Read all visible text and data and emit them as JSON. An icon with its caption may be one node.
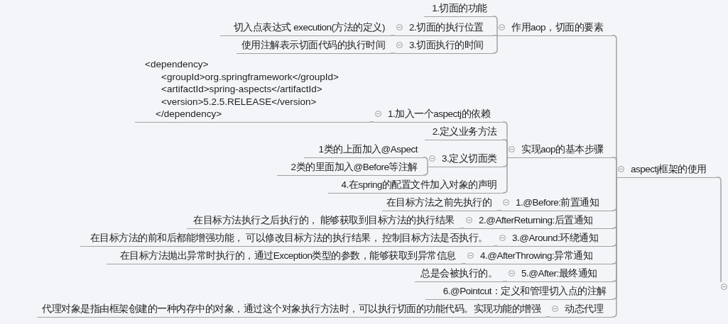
{
  "diagram": {
    "nodes": [
      {
        "text": [
          "aspectj框架的使用"
        ]
      },
      {
        "text": [
          "作用aop，切面的要素"
        ]
      },
      {
        "text": [
          "1.切面的功能"
        ]
      },
      {
        "text": [
          "2.切面的执行位置"
        ]
      },
      {
        "text": [
          "切入点表达式 execution(方法的定义)"
        ]
      },
      {
        "text": [
          "3.切面执行的时间"
        ]
      },
      {
        "text": [
          "使用注解表示切面代码的执行时间"
        ]
      },
      {
        "text": [
          "实现aop的基本步骤"
        ]
      },
      {
        "text": [
          "1.加入一个aspectj的依赖"
        ]
      },
      {
        "text": [
          "<dependency> <groupId>org.springframework</groupId> <artifactId>spring-aspects</artifactId> <version>5.2.5.RELEASE</version> </dependency>"
        ]
      },
      {
        "text": [
          "2.定义业务方法"
        ]
      },
      {
        "text": [
          "3.定义切面类"
        ]
      },
      {
        "text": [
          "1类的上面加入@Aspect"
        ]
      },
      {
        "text": [
          "2类的里面加入@Before等注解"
        ]
      },
      {
        "text": [
          "4.在spring的配置文件加入对象的声明"
        ]
      },
      {
        "text": [
          "1.@Before:前置通知"
        ]
      },
      {
        "text": [
          "在目标方法之前先执行的"
        ]
      },
      {
        "text": [
          "2.@AfterReturning:后置通知"
        ]
      },
      {
        "text": [
          "在目标方法执行之后执行的， 能够获取到目标方法的执行结果"
        ]
      },
      {
        "text": [
          "3.@Around:环绕通知"
        ]
      },
      {
        "text": [
          "在目标方法的前和后都能增强功能， 可以修改目标方法的执行结果， 控制目标方法是否执行。"
        ]
      },
      {
        "text": [
          "4.@AfterThrowing:异常通知"
        ]
      },
      {
        "text": [
          "在目标方法抛出异常时执行的，通过Exception类型的参数，能够获取到异常信息"
        ]
      },
      {
        "text": [
          "5.@After:最终通知"
        ]
      },
      {
        "text": [
          "总是会被执行的。"
        ]
      },
      {
        "text": [
          "6.@Pointcut：定义和管理切入点的注解"
        ]
      },
      {
        "text": [
          "动态代理"
        ]
      },
      {
        "text": [
          "代理对象是指由框架创建的一种内存中的对象，通过这个对象执行方法时，可以执行切面的功能代码。实现功能的增强"
        ]
      }
    ],
    "edges": [
      {
        "from": 0,
        "to": 1,
        "arrow": "none"
      },
      {
        "from": 1,
        "to": 2,
        "arrow": "none"
      },
      {
        "from": 1,
        "to": 3,
        "arrow": "none"
      },
      {
        "from": 3,
        "to": 4,
        "arrow": "none"
      },
      {
        "from": 1,
        "to": 5,
        "arrow": "none"
      },
      {
        "from": 5,
        "to": 6,
        "arrow": "none"
      },
      {
        "from": 0,
        "to": 7,
        "arrow": "none"
      },
      {
        "from": 7,
        "to": 8,
        "arrow": "none"
      },
      {
        "from": 8,
        "to": 9,
        "arrow": "none"
      },
      {
        "from": 7,
        "to": 10,
        "arrow": "none"
      },
      {
        "from": 7,
        "to": 11,
        "arrow": "none"
      },
      {
        "from": 11,
        "to": 12,
        "arrow": "none"
      },
      {
        "from": 11,
        "to": 13,
        "arrow": "none"
      },
      {
        "from": 7,
        "to": 14,
        "arrow": "none"
      },
      {
        "from": 0,
        "to": 15,
        "arrow": "none"
      },
      {
        "from": 15,
        "to": 16,
        "arrow": "none"
      },
      {
        "from": 0,
        "to": 17,
        "arrow": "none"
      },
      {
        "from": 17,
        "to": 18,
        "arrow": "none"
      },
      {
        "from": 0,
        "to": 19,
        "arrow": "none"
      },
      {
        "from": 19,
        "to": 20,
        "arrow": "none"
      },
      {
        "from": 0,
        "to": 21,
        "arrow": "none"
      },
      {
        "from": 21,
        "to": 22,
        "arrow": "none"
      },
      {
        "from": 0,
        "to": 23,
        "arrow": "none"
      },
      {
        "from": 23,
        "to": 24,
        "arrow": "none"
      },
      {
        "from": 0,
        "to": 25,
        "arrow": "none"
      },
      {
        "from": 0,
        "to": 26,
        "arrow": "none"
      },
      {
        "from": 26,
        "to": 27,
        "arrow": "none"
      },
      {
        "from": null,
        "to": 0,
        "arrow": "none"
      }
    ]
  }
}
